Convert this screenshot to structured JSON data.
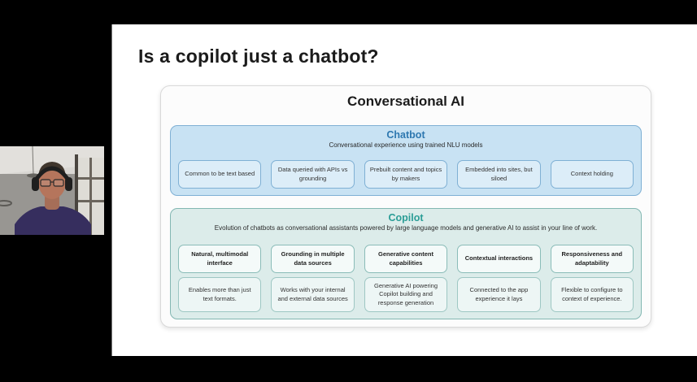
{
  "slide": {
    "title": "Is a copilot just a chatbot?",
    "diagram": {
      "title": "Conversational AI",
      "chatbot": {
        "title": "Chatbot",
        "subtitle": "Conversational experience using trained NLU models",
        "items": [
          "Common to be text based",
          "Data queried with APIs vs grounding",
          "Prebuilt content and topics by makers",
          "Embedded into sites, but siloed",
          "Context holding"
        ]
      },
      "copilot": {
        "title": "Copilot",
        "subtitle": "Evolution of chatbots as conversational assistants powered by large language models and generative AI to assist in your line of work.",
        "features": [
          "Natural, multimodal interface",
          "Grounding in multiple data sources",
          "Generative content capabilities",
          "Contextual interactions",
          "Responsiveness and adaptability"
        ],
        "details": [
          "Enables more than just text formats.",
          "Works with your internal and external data sources",
          "Generative AI powering Copilot building and response generation",
          "Connected to the app experience it lays",
          "Flexible to configure to context of experience."
        ]
      }
    }
  },
  "webcam": {
    "description": "presenter wearing headphones and dark purple hoodie in home office"
  },
  "colors": {
    "background": "#000000",
    "slide_background": "#ffffff",
    "chatbot_accent": "#2e78b0",
    "chatbot_fill": "#c8e2f3",
    "copilot_accent": "#2a9d96",
    "copilot_fill": "#dcecea"
  }
}
